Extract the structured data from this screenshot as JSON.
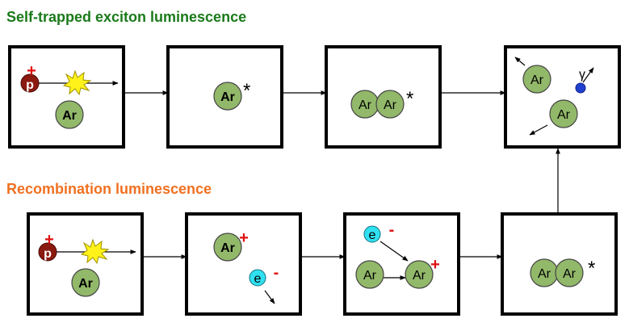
{
  "titles": {
    "top": "Self-trapped exciton luminescence",
    "bottom": "Recombination luminescence"
  },
  "labels": {
    "argon": "Ar",
    "proton": "p",
    "electron": "e",
    "photon": "γ",
    "excited": "*",
    "plus": "+",
    "minus": "-"
  },
  "colors": {
    "argon": "#92b86a",
    "proton": "#8b1a10",
    "electron": "#30e0f0",
    "photon": "#2040d0",
    "flash": "#fff21a",
    "charge": "#e01010",
    "title_top": "#1a7a1a",
    "title_bottom": "#f07020"
  }
}
